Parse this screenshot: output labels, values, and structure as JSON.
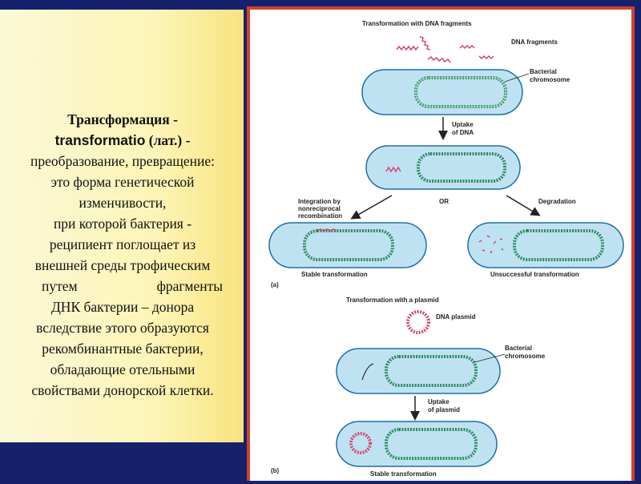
{
  "left_panel": {
    "title_line": "Трансформация -",
    "latin_term": "transformatio",
    "latin_suffix": " (лат.) -",
    "lines": [
      "преобразование, превращение:",
      "это форма генетической",
      "изменчивости,",
      "при которой бактерия -",
      "реципиент поглощает из",
      "внешней среды трофическим"
    ],
    "justified_left": "путем",
    "justified_right": "фрагменты",
    "lines_after": [
      "ДНК бактерии – донора",
      "вследствие этого образуются",
      "рекомбинантные бактерии,",
      "обладающие отельными",
      "свойствами донорской клетки."
    ]
  },
  "figure": {
    "a": {
      "heading": "Transformation with DNA fragments",
      "dna_fragments": "DNA fragments",
      "bacterial": "Bacterial",
      "chromosome": "chromosome",
      "uptake": "Uptake",
      "of_dna": "of DNA",
      "integration_by": "Integration by",
      "nonreciprocal": "nonreciprocal",
      "recombination": "recombination",
      "or": "OR",
      "degradation": "Degradation",
      "stable": "Stable transformation",
      "unsuccessful": "Unsuccessful transformation",
      "panel_letter": "(a)"
    },
    "b": {
      "heading": "Transformation with a plasmid",
      "dna_plasmid": "DNA plasmid",
      "bacterial": "Bacterial",
      "chromosome": "chromosome",
      "uptake": "Uptake",
      "of_plasmid": "of plasmid",
      "stable": "Stable transformation",
      "panel_letter": "(b)"
    },
    "colors": {
      "cell_fill": "#bfe2f3",
      "cell_stroke": "#1f6fa6",
      "chromosome": "#2e8a5e",
      "dna_fragment": "#d8456a",
      "arrow": "#222222"
    }
  }
}
